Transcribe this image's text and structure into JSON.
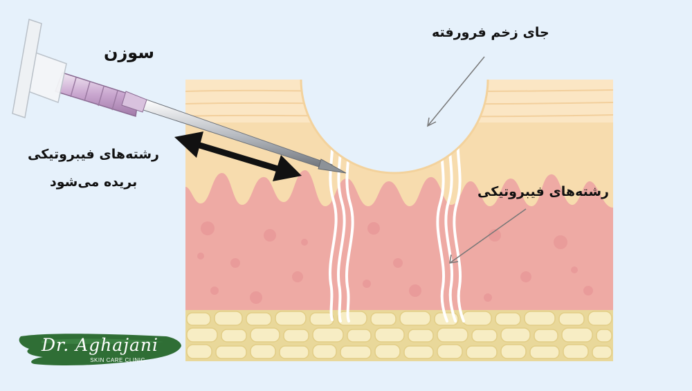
{
  "labels": {
    "needle": "سوزن",
    "cut_fibers_line1": "رشته‌های فیبروتیکی",
    "cut_fibers_line2": "بریده می‌شود",
    "scar_site": "جای زخم فرورفته",
    "fibrotic_fibers": "رشته‌های فیبروتیکی"
  },
  "logo": {
    "name": "Dr. Aghajani",
    "subtitle": "SKIN CARE CLINIC"
  },
  "colors": {
    "background": "#e6f1fb",
    "epidermis": "#f7dcae",
    "stratum": "#fbe6c4",
    "dermis": "#eeaaa4",
    "fat": "#f3e7b7",
    "fibers": "#ffffff",
    "logo_brush": "#2f6e35"
  }
}
